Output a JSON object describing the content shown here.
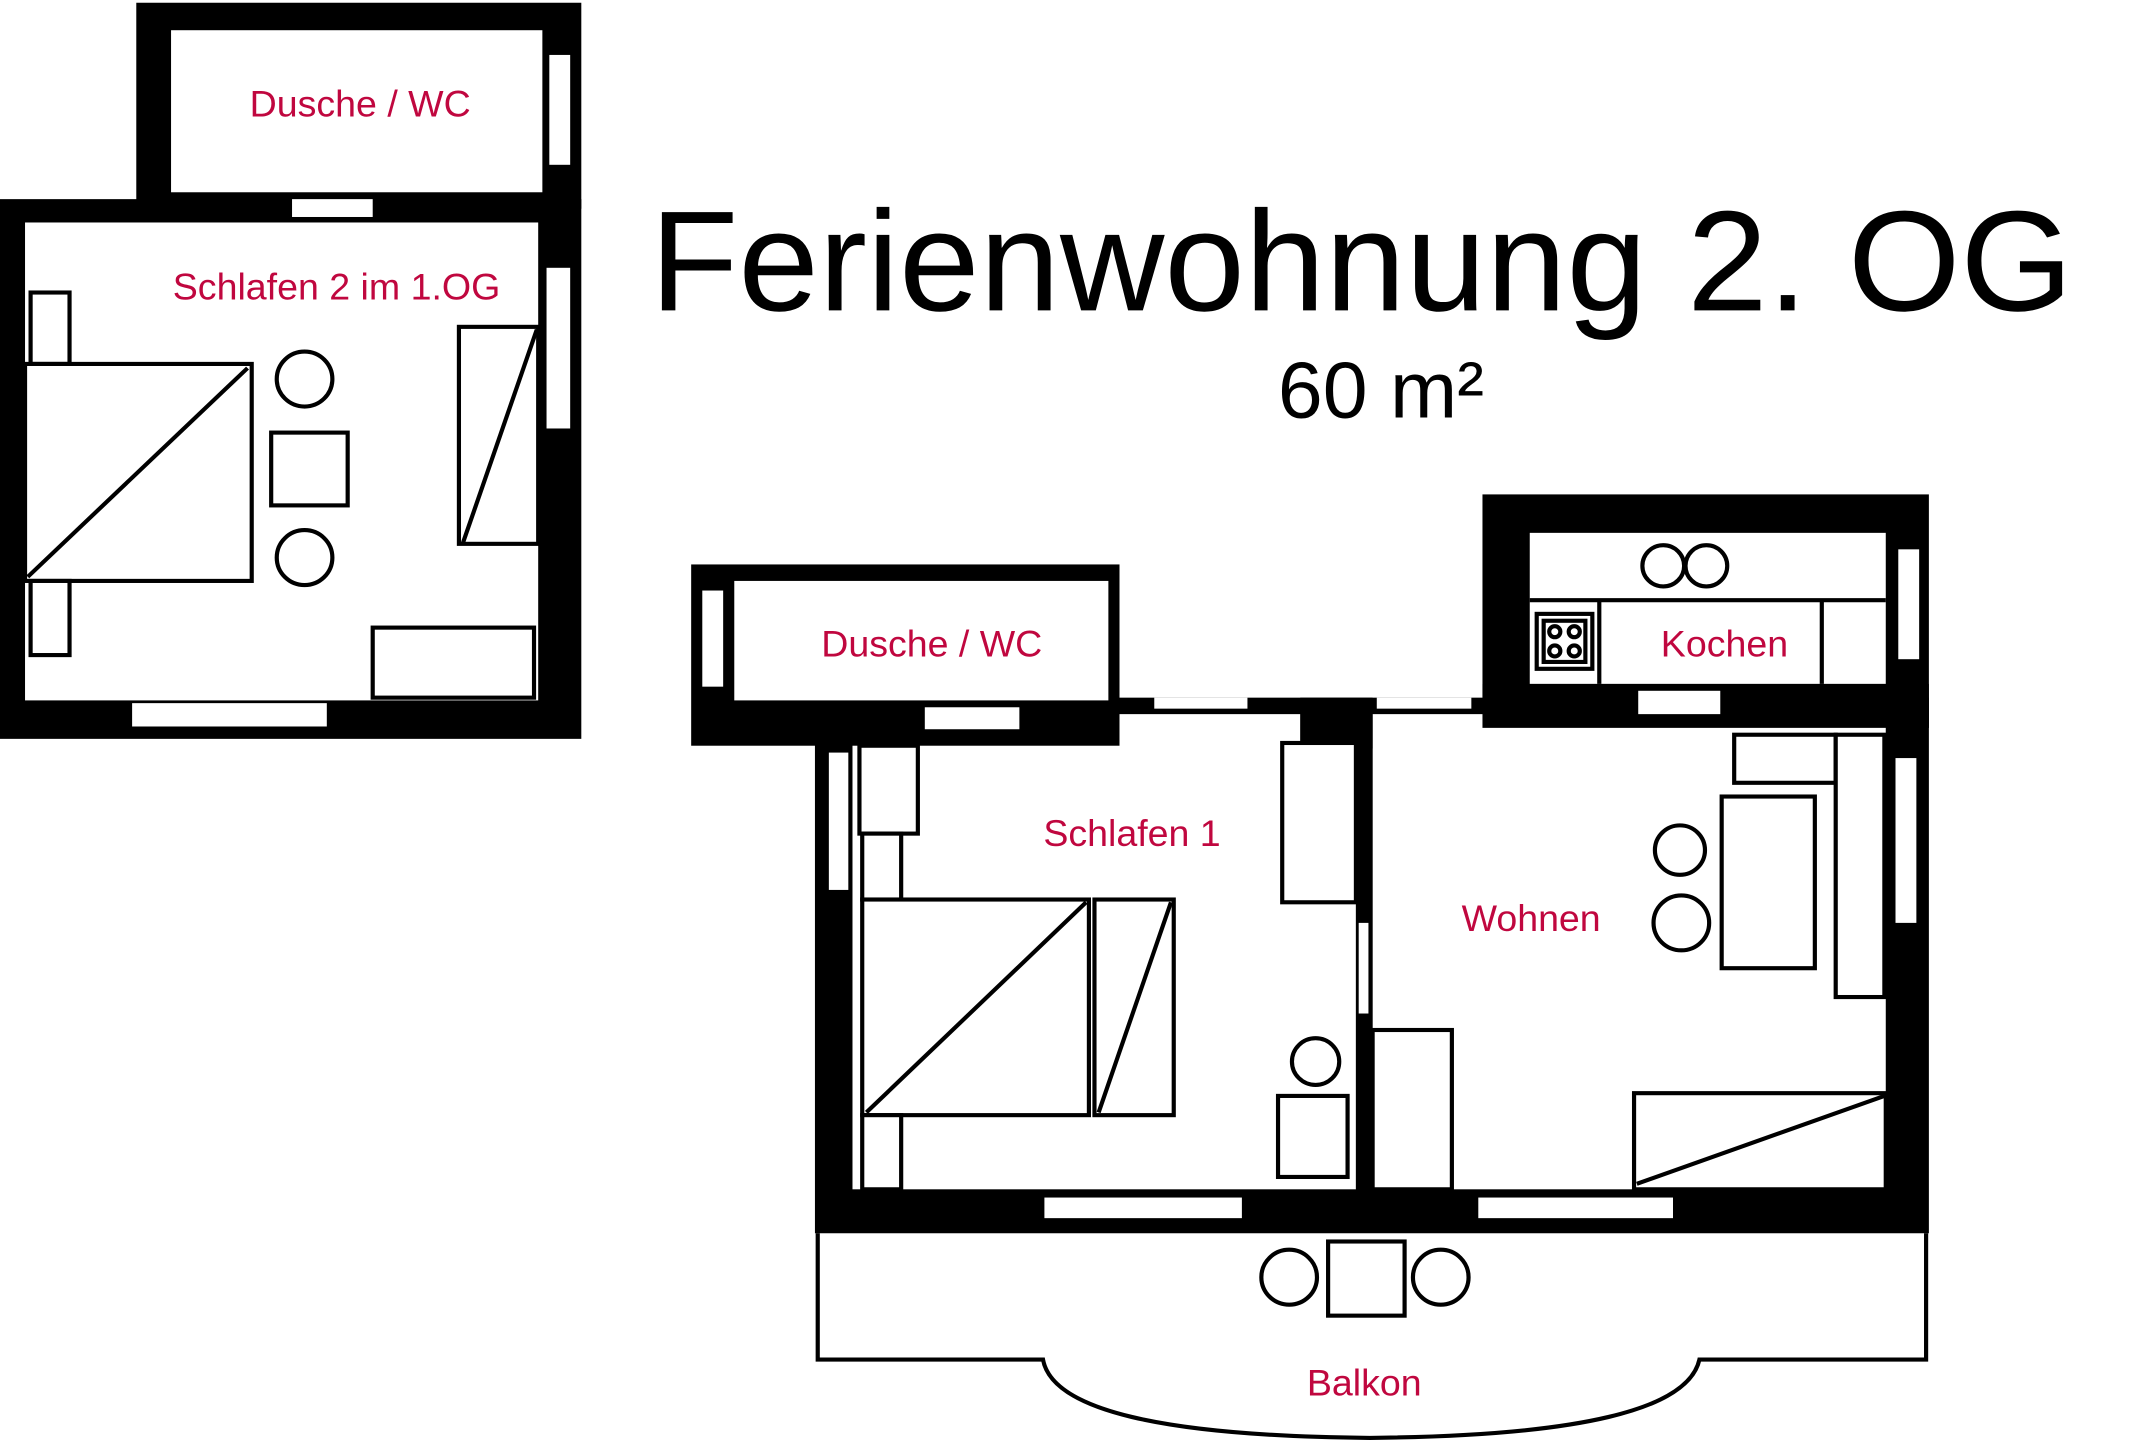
{
  "title": "Ferienwohnung 2. OG",
  "area": "60 m²",
  "label_color": "#c0073f",
  "upper_floor": {
    "bathroom": "Dusche / WC",
    "bedroom": "Schlafen 2 im 1.OG"
  },
  "main_floor": {
    "bathroom": "Dusche / WC",
    "kitchen": "Kochen",
    "bedroom": "Schlafen 1",
    "living": "Wohnen",
    "balcony": "Balkon"
  }
}
